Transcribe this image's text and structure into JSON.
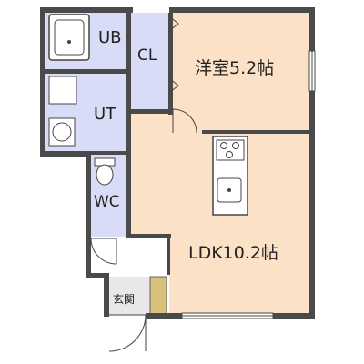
{
  "plan": {
    "rooms": {
      "ub": "UB",
      "cl": "CL",
      "ut": "UT",
      "wc": "WC",
      "western_room": "洋室5.2帖",
      "ldk": "LDK10.2帖",
      "entrance": "玄関"
    },
    "colors": {
      "wet_area": "#d9dcf6",
      "living_area": "#fbe2c7",
      "entrance": "#e8e8e8",
      "shoe_box": "#d8c07a",
      "wall": "#4a4a4a"
    }
  }
}
